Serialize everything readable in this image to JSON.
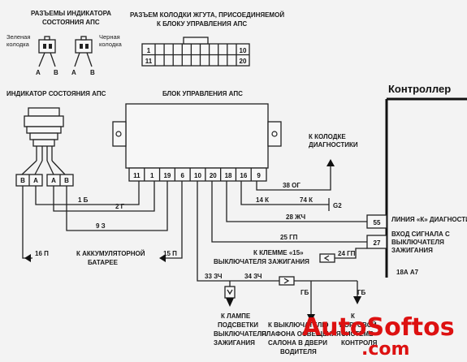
{
  "titles": {
    "indicator_connectors": [
      "РАЗЪЕМЫ ИНДИКАТОРА",
      "СОСТОЯНИЯ АПС"
    ],
    "harness_connector": [
      "РАЗЪЕМ КОЛОДКИ ЖГУТА, ПРИСОЕДИНЯЕМОЙ",
      "К БЛОКУ УПРАВЛЕНИЯ АПС"
    ],
    "indicator": "ИНДИКАТОР СОСТОЯНИЯ АПС",
    "control_unit": "БЛОК УПРАВЛЕНИЯ АПС",
    "controller": "Контроллер"
  },
  "connectors": {
    "green": [
      "Зеленая",
      "колодка"
    ],
    "black": [
      "Черная",
      "колодка"
    ],
    "a": "A",
    "b": "B"
  },
  "harness_pins": [
    "1",
    "10",
    "11",
    "20"
  ],
  "unit_pins": [
    "11",
    "1",
    "19",
    "6",
    "10",
    "20",
    "18",
    "16",
    "9"
  ],
  "indicator_pins": [
    "B",
    "A",
    "A",
    "B"
  ],
  "wires": {
    "w38": "38 ОГ",
    "w14": "14 К",
    "w74": "74 К",
    "g2": "G2",
    "w1": "1 Б",
    "w2": "2 Г",
    "w28": "28 ЖЧ",
    "w9": "9 З",
    "w25": "25 ГП",
    "w16": "16 П",
    "w15": "15 П",
    "w24": "24 ГП",
    "w33a": "33 ЗЧ",
    "w34": "34 ЗЧ",
    "gb1": "ГБ",
    "gb2": "ГБ"
  },
  "controller_pins": [
    "55",
    "27"
  ],
  "labels": {
    "diag": [
      "К КОЛОДКЕ",
      "ДИАГНОСТИКИ"
    ],
    "k_line": "ЛИНИЯ «К» ДИАГНОСТИКИ",
    "ign_input": [
      "ВХОД СИГНАЛА С",
      "ВЫКЛЮЧАТЕЛЯ",
      "ЗАЖИГАНИЯ"
    ],
    "battery": [
      "К АККУМУЛЯТОРНОЙ",
      "БАТАРЕЕ"
    ],
    "terminal15": [
      "К КЛЕММЕ «15»",
      "ВЫКЛЮЧАТЕЛЯ ЗАЖИГАНИЯ"
    ],
    "lamp": [
      "К ЛАМПЕ",
      "ПОДСВЕТКИ",
      "ВЫКЛЮЧАТЕЛЯ",
      "ЗАЖИГАНИЯ"
    ],
    "door_switch": [
      "К ВЫКЛЮЧАТЕЛЮ",
      "ПЛАФОНА ОСВЕЩЕНИЯ",
      "САЛОНА В ДВЕРИ",
      "ВОДИТЕЛЯ"
    ],
    "onboard": [
      "К",
      "БОРТОВОЙ",
      "СИСТЕМЕ",
      "КОНТРОЛЯ"
    ],
    "code": "18А А7"
  },
  "watermark": {
    "line1": "AutoSoftos",
    "line2": ".com"
  }
}
